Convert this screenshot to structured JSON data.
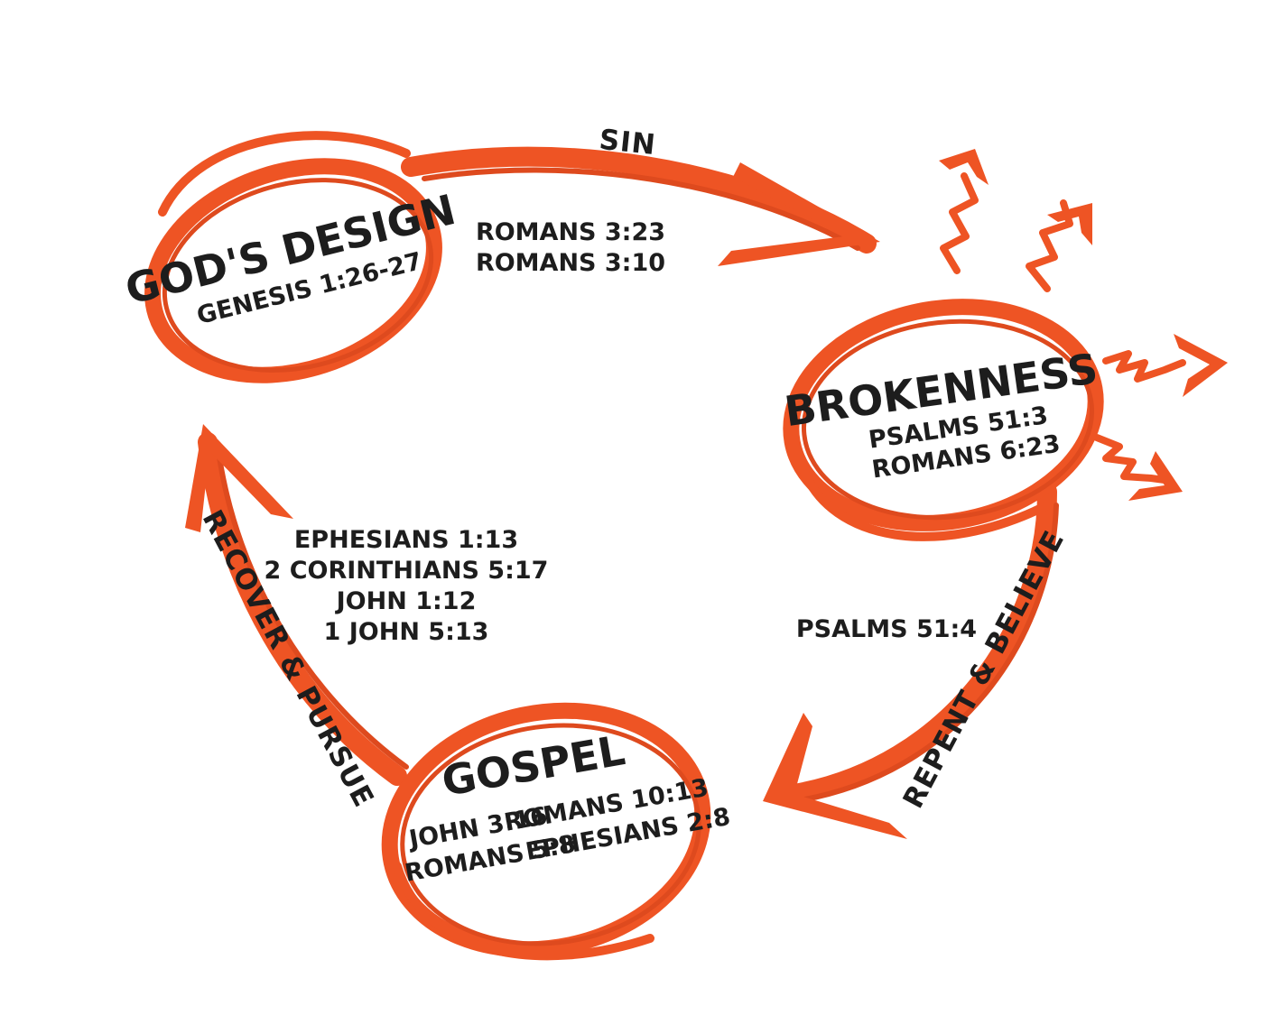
{
  "nodes": {
    "gods_design": {
      "title": "GOD'S DESIGN",
      "refs": [
        "GENESIS 1:26-27"
      ]
    },
    "brokenness": {
      "title": "BROKENNESS",
      "refs": [
        "PSALMS 51:3",
        "ROMANS 6:23"
      ]
    },
    "gospel": {
      "title": "GOSPEL",
      "refs": [
        "JOHN 3:16",
        "ROMANS 10:13",
        "ROMANS 5:8",
        "EPHESIANS 2:8"
      ]
    }
  },
  "edges": {
    "sin": {
      "label": "SIN",
      "refs": [
        "ROMANS 3:23",
        "ROMANS 3:10"
      ]
    },
    "repent": {
      "label": "REPENT & BELIEVE",
      "refs": [
        "PSALMS 51:4"
      ]
    },
    "recover": {
      "label": "RECOVER & PURSUE",
      "refs": [
        "EPHESIANS 1:13",
        "2 CORINTHIANS 5:17",
        "JOHN 1:12",
        "1 JOHN 5:13"
      ]
    }
  },
  "colors": {
    "stroke": "#ee5424",
    "text": "#1d1d1d"
  }
}
